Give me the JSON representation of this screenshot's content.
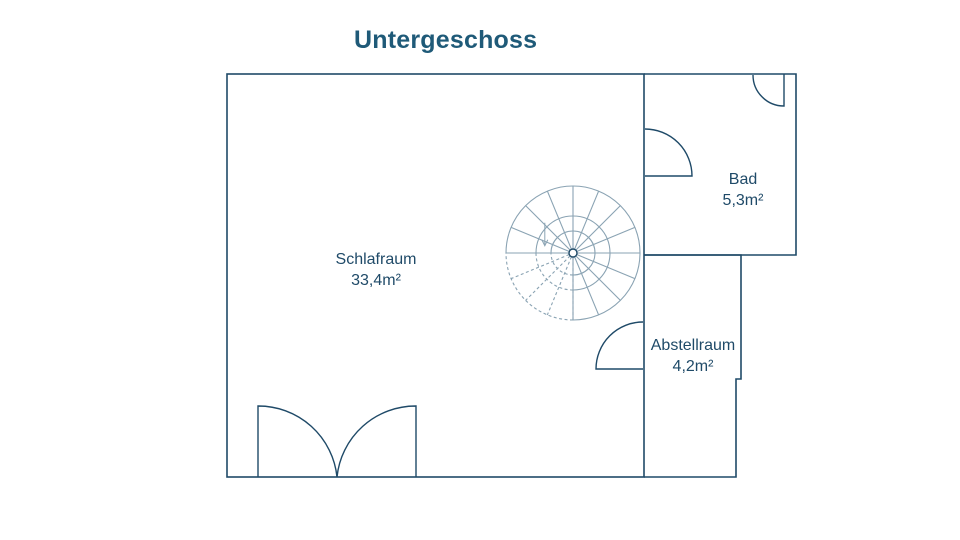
{
  "title": "Untergeschoss",
  "colors": {
    "wall": "#1f4a68",
    "title": "#1f5a78",
    "stair": "#8aa3b3"
  },
  "rooms": [
    {
      "name": "Schlafraum",
      "area": "33,4m²"
    },
    {
      "name": "Bad",
      "area": "5,3m²"
    },
    {
      "name": "Abstellraum",
      "area": "4,2m²"
    }
  ]
}
